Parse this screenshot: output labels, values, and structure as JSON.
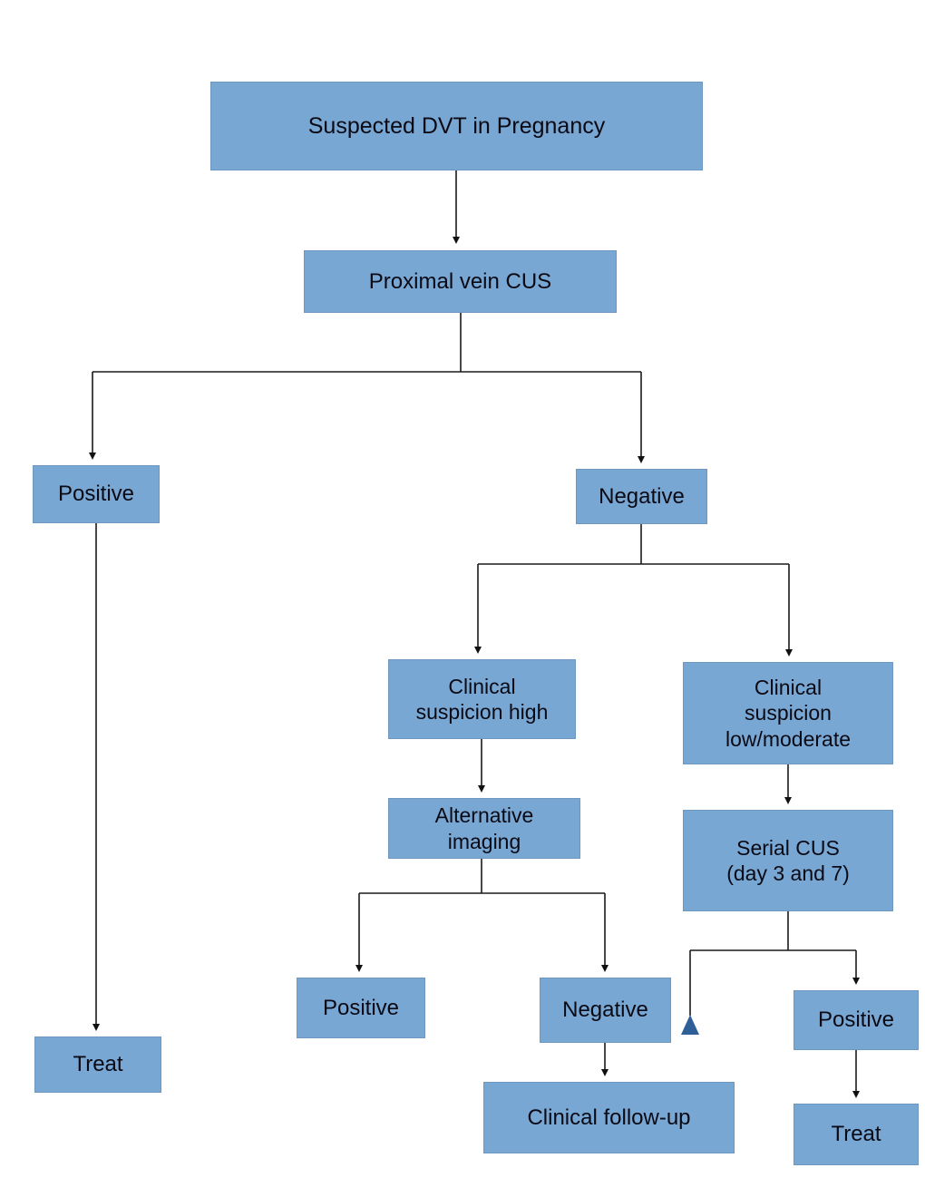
{
  "diagram": {
    "title": "Suspected DVT in Pregnancy diagnostic algorithm",
    "colors": {
      "node_fill": "#79A7D3",
      "node_border": "#6E98BF",
      "node_text": "#0a0a14",
      "edge_line": "#1a1a1a",
      "blue_arrowhead": "#2E5F96",
      "background": "#ffffff"
    },
    "nodes": {
      "root": "Suspected DVT in Pregnancy",
      "proximal_vein_cus": "Proximal vein CUS",
      "positive_1": "Positive",
      "negative_1": "Negative",
      "clinical_suspicion_high": "Clinical\nsuspicion high",
      "clinical_suspicion_low_moderate": "Clinical\nsuspicion\nlow/moderate",
      "alternative_imaging": "Alternative\nimaging",
      "serial_cus": "Serial CUS\n(day 3 and 7)",
      "treat_1": "Treat",
      "positive_2": "Positive",
      "negative_2": "Negative",
      "clinical_follow_up": "Clinical follow-up",
      "positive_3": "Positive",
      "treat_2": "Treat"
    },
    "edges": [
      {
        "from": "root",
        "to": "proximal_vein_cus",
        "style": "straight-down",
        "arrow": "black"
      },
      {
        "from": "proximal_vein_cus",
        "to": "positive_1",
        "style": "split-left",
        "arrow": "black"
      },
      {
        "from": "proximal_vein_cus",
        "to": "negative_1",
        "style": "split-right",
        "arrow": "black"
      },
      {
        "from": "positive_1",
        "to": "treat_1",
        "style": "straight-down",
        "arrow": "black"
      },
      {
        "from": "negative_1",
        "to": "clinical_suspicion_high",
        "style": "split-left",
        "arrow": "black"
      },
      {
        "from": "negative_1",
        "to": "clinical_suspicion_low_moderate",
        "style": "split-right",
        "arrow": "black"
      },
      {
        "from": "clinical_suspicion_high",
        "to": "alternative_imaging",
        "style": "straight-down",
        "arrow": "black"
      },
      {
        "from": "clinical_suspicion_low_moderate",
        "to": "serial_cus",
        "style": "straight-down",
        "arrow": "black"
      },
      {
        "from": "alternative_imaging",
        "to": "positive_2",
        "style": "split-left",
        "arrow": "black"
      },
      {
        "from": "alternative_imaging",
        "to": "negative_2",
        "style": "split-right",
        "arrow": "black"
      },
      {
        "from": "negative_2",
        "to": "clinical_follow_up",
        "style": "straight-down",
        "arrow": "black"
      },
      {
        "from": "serial_cus",
        "to": "negative_2",
        "style": "split-left-into-side",
        "arrow": "blue"
      },
      {
        "from": "serial_cus",
        "to": "positive_3",
        "style": "split-right",
        "arrow": "black"
      },
      {
        "from": "positive_3",
        "to": "treat_2",
        "style": "straight-down",
        "arrow": "black"
      }
    ]
  }
}
